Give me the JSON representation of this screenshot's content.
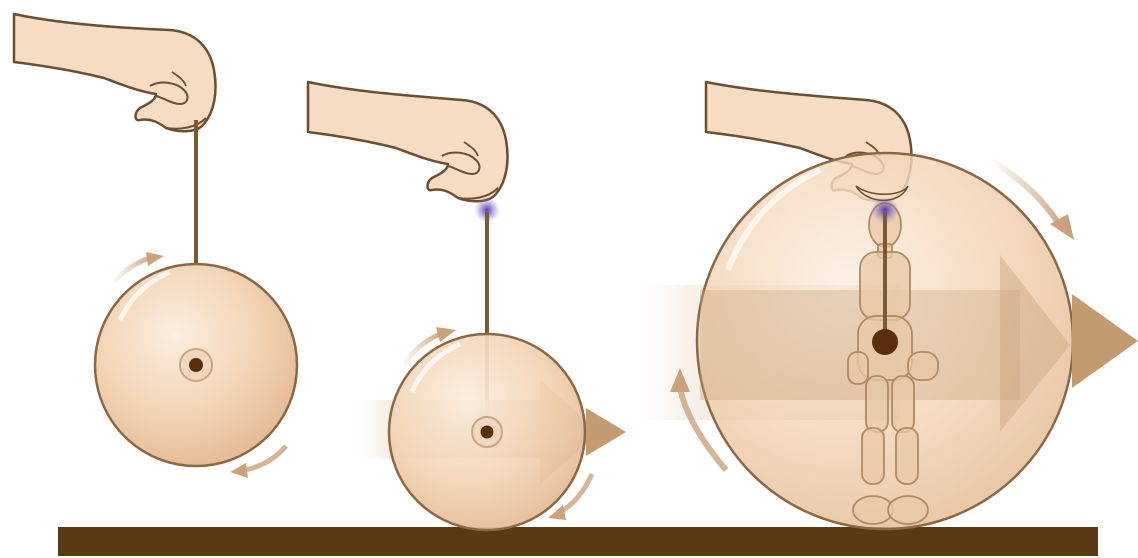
{
  "figure": {
    "stages": [
      {
        "id": "stage-1",
        "description_visible": false
      },
      {
        "id": "stage-2",
        "description_visible": false
      },
      {
        "id": "stage-3",
        "description_visible": false
      }
    ],
    "colors": {
      "background": "#ffffff",
      "ground": "#5a3a12",
      "skin": "#f6dcc0",
      "skin_outline": "#6b4e34",
      "string": "#7a5a32",
      "ball_fill": "#f2d3b5",
      "ball_outline": "#8a6845",
      "arrow": "#c9a27c",
      "glow": "#5a3fb0",
      "hub": "#5a2d0c"
    },
    "icons": [
      "hand-icon",
      "spool-ball-icon",
      "rotation-arrow-icon",
      "motion-arrow-icon",
      "figurine-icon"
    ]
  }
}
